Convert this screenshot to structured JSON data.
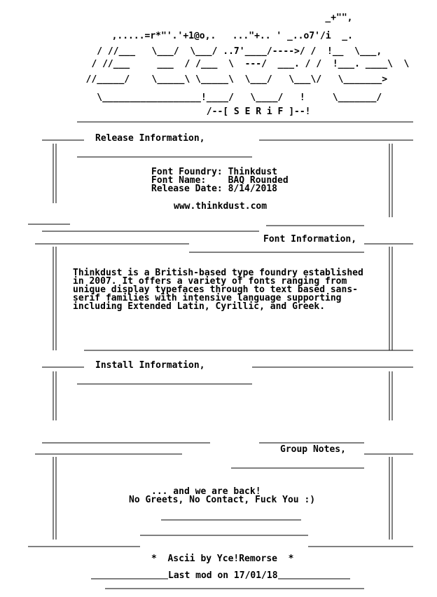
{
  "logo": {
    "tag": "--[ S E R i F ]--",
    "art_lines": [
      "                                            _+\"\",",
      "              ,.....=r*\"'.'+1@o,.   ...\"+.. ' _..o7'/i  _.",
      "          / //___   \\___/  \\___/ ..7'____/---->/ /  !__  \\___,",
      "         / //___     ___  / /___  \\  ---/  ___. / /  !___. ____\\  \\",
      "        //_____/    \\_____\\ \\_____\\  \\___/   \\___\\/   \\_______>",
      "          \\__________________!____/   \\____/   !     \\_______/",
      "                              /--[ S E R i F ]--!"
    ]
  },
  "sections": {
    "release": {
      "heading": "Release Information,",
      "lines": [
        "Font Foundry: Thinkdust",
        "Font Name:    BAQ Rounded",
        "Release Date: 8/14/2018"
      ],
      "url": "www.thinkdust.com"
    },
    "font": {
      "heading": "Font Information,",
      "lines": [
        "Thinkdust is a British-based type foundry established",
        "in 2007. It offers a variety of fonts ranging from",
        "unique display typefaces through to text based sans-",
        "serif families with intensive language supporting",
        "including Extended Latin, Cyrillic, and Greek."
      ]
    },
    "install": {
      "heading": "Install Information,"
    },
    "group": {
      "heading": "Group Notes,",
      "lines": [
        "... and we are back!",
        "No Greets, No Contact, Fuck You :)"
      ]
    }
  },
  "footer": {
    "credit": "*  Ascii by Yce!Remorse  *",
    "last_mod": "Last mod on 17/01/18"
  }
}
